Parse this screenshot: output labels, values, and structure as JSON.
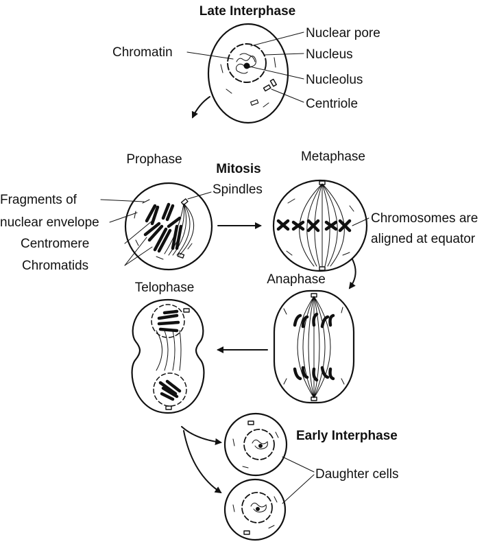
{
  "diagram": {
    "stages": {
      "late_interphase": "Late Interphase",
      "prophase": "Prophase",
      "mitosis": "Mitosis",
      "metaphase": "Metaphase",
      "anaphase": "Anaphase",
      "telophase": "Telophase",
      "early_interphase": "Early Interphase"
    },
    "labels": {
      "chromatin": "Chromatin",
      "nuclear_pore": "Nuclear pore",
      "nucleus": "Nucleus",
      "nucleolus": "Nucleolus",
      "centriole": "Centriole",
      "spindles": "Spindles",
      "fragments_line1": "Fragments of",
      "fragments_line2": "nuclear envelope",
      "centromere": "Centromere",
      "chromatids": "Chromatids",
      "chromosomes_line1": "Chromosomes are",
      "chromosomes_line2": "aligned at equator",
      "daughter_cells": "Daughter cells"
    }
  }
}
